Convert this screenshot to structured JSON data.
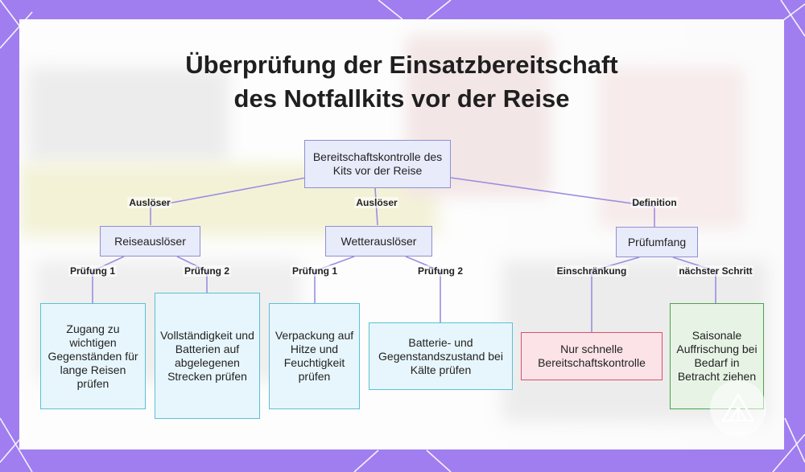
{
  "title_line1": "Überprüfung der Einsatzbereitschaft",
  "title_line2": "des Notfallkits vor der Reise",
  "colors": {
    "frame": "#a07ef0",
    "node_fill": "#e8ebfa",
    "node_border": "#8f8fd0",
    "leaf_fill": "#e7f6fc",
    "leaf_border": "#5ac0d4",
    "warning_fill": "#fbe3e8",
    "warning_border": "#d9506b",
    "success_fill": "#e7f4e5",
    "success_border": "#4aa34a",
    "connector": "#9b8ee0"
  },
  "root": {
    "label": "Bereitschaftskontrolle des Kits vor der Reise"
  },
  "branches": [
    {
      "edge_label": "Auslöser",
      "label": "Reiseauslöser"
    },
    {
      "edge_label": "Auslöser",
      "label": "Wetterauslöser"
    },
    {
      "edge_label": "Definition",
      "label": "Prüfumfang"
    }
  ],
  "leaves": [
    {
      "edge_label": "Prüfung 1",
      "label": "Zugang zu wichtigen Gegenständen für lange Reisen prüfen"
    },
    {
      "edge_label": "Prüfung 2",
      "label": "Vollständigkeit und Batterien auf abgelegenen Strecken prüfen"
    },
    {
      "edge_label": "Prüfung 1",
      "label": "Verpackung auf Hitze und Feuchtigkeit prüfen"
    },
    {
      "edge_label": "Prüfung 2",
      "label": "Batterie- und Gegenstandszustand bei Kälte prüfen"
    },
    {
      "edge_label": "Einschränkung",
      "label": "Nur schnelle Bereitschaftskontrolle"
    },
    {
      "edge_label": "nächster Schritt",
      "label": "Saisonale Auffrischung bei Bedarf in Betracht ziehen"
    }
  ],
  "logo_icon": "mountain-tent-icon"
}
